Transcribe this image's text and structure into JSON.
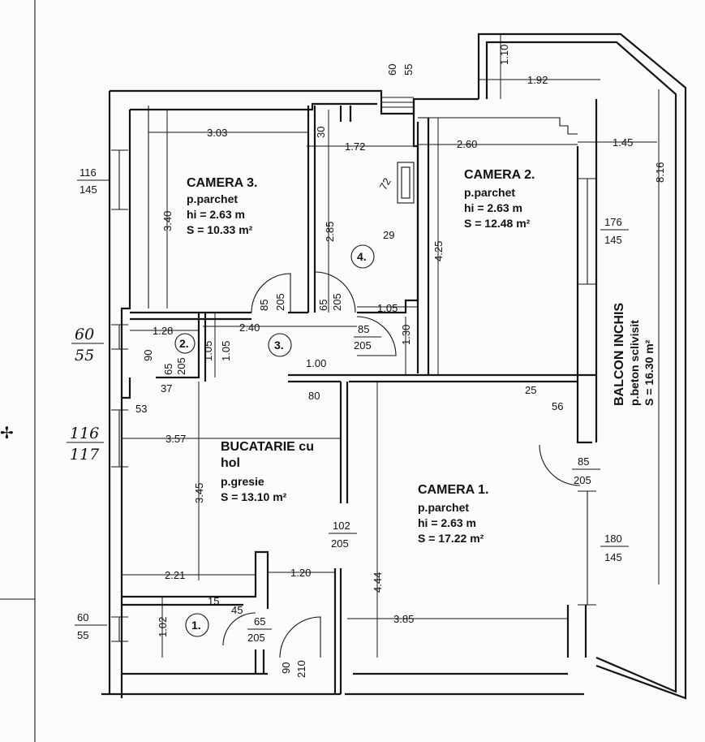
{
  "rooms": {
    "camera3": {
      "name": "CAMERA 3.",
      "floor": "p.parchet",
      "height": "hi = 2.63 m",
      "area": "S = 10.33 m²"
    },
    "camera2": {
      "name": "CAMERA 2.",
      "floor": "p.parchet",
      "height": "hi = 2.63 m",
      "area": "S = 12.48 m²"
    },
    "camera1": {
      "name": "CAMERA 1.",
      "floor": "p.parchet",
      "height": "hi = 2.63 m",
      "area": "S = 17.22 m²"
    },
    "bucatarie": {
      "name_line1": "BUCATARIE cu",
      "name_line2": "hol",
      "floor": "p.gresie",
      "area": "S = 13.10 m²"
    },
    "balcon": {
      "name": "BALCON INCHIS",
      "floor": "p.beton sclivisit",
      "area": "S = 16.30 m²"
    }
  },
  "room_numbers": {
    "r1": "1.",
    "r2": "2.",
    "r3": "3.",
    "r4": "4."
  },
  "dimensions": {
    "d_1_10": "1.10",
    "d_1_92": "1.92",
    "d_3_03": "3.03",
    "d_1_72": "1.72",
    "d_2_60": "2.60",
    "d_1_45": "1.45",
    "d_8_16": "8.16",
    "d_3_40": "3.40",
    "d_30": "30",
    "d_72": "72",
    "d_29": "29",
    "d_2_85": "2.85",
    "d_4_25": "4.25",
    "d_1_05a": "1.05",
    "d_1_28": "1.28",
    "d_2_40": "2.40",
    "d_90": "90",
    "d_1_05b": "1.05",
    "d_1_00": "1.00",
    "d_1_30": "1.30",
    "d_37": "37",
    "d_53": "53",
    "d_80": "80",
    "d_25": "25",
    "d_56": "56",
    "d_3_57": "3.57",
    "d_3_45": "3.45",
    "d_2_21": "2.21",
    "d_1_20": "1.20",
    "d_4_44": "4.44",
    "d_3_85": "3.85",
    "d_1_02": "1.02",
    "d_15": "15",
    "d_45": "45"
  },
  "openings": {
    "top_60": "60",
    "top_55": "55",
    "w116_top": "116",
    "w116_bot": "145",
    "w176_top": "176",
    "w176_bot": "145",
    "w180_top": "180",
    "w180_bot": "145",
    "wleft60_top": "60",
    "wleft60_bot": "55",
    "hand60_top": "60",
    "hand60_bot": "55",
    "hand116_top": "116",
    "hand116_bot": "117",
    "door85_c3_top": "85",
    "door85_c3_bot": "205",
    "door65_r4_top": "65",
    "door65_r4_bot": "205",
    "door85_hol_top": "85",
    "door85_hol_bot": "205",
    "door65_r2_top": "65",
    "door65_r2_bot": "205",
    "door85_c1_top": "85",
    "door85_c1_bot": "205",
    "door102_top": "102",
    "door102_bot": "205",
    "door65_r1_top": "65",
    "door65_r1_bot": "205",
    "door90_top": "90",
    "door90_bot": "210"
  }
}
